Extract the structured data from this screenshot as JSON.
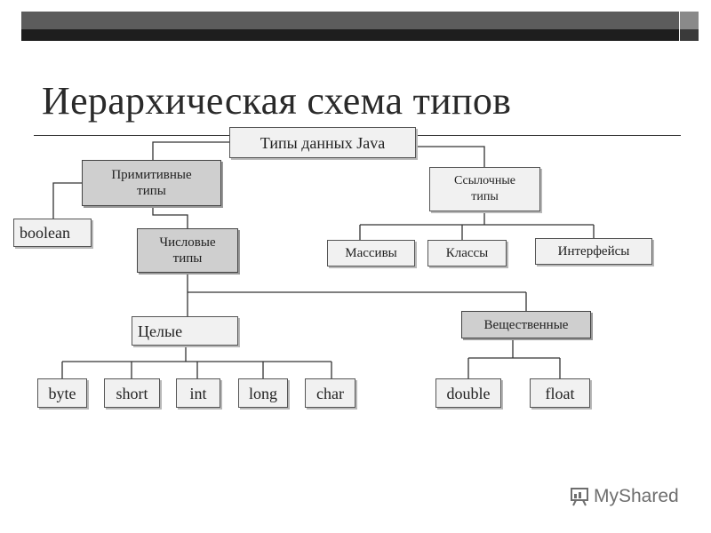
{
  "title": "Иерархическая схема типов",
  "nodes": {
    "root": "Типы данных Java",
    "primitive": "Примитивные\nтипы",
    "reference": "Ссылочные\nтипы",
    "boolean": "boolean",
    "numeric": "Числовые\nтипы",
    "arrays": "Массивы",
    "classes": "Классы",
    "interfaces": "Интерфейсы",
    "integer": "Целые",
    "real": "Вещественные",
    "byte": "byte",
    "short": "short",
    "int": "int",
    "long": "long",
    "char": "char",
    "double": "double",
    "float": "float"
  },
  "watermark": {
    "logo": "MyShared"
  }
}
